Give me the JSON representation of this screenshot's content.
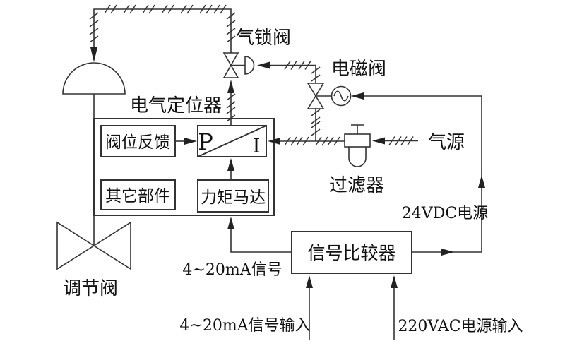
{
  "labels": {
    "air_lock_valve": "气锁阀",
    "solenoid_valve": "电磁阀",
    "positioner": "电气定位器",
    "valve_position_feedback": "阀位反馈",
    "pi_p": "P",
    "pi_i": "I",
    "other_parts": "其它部件",
    "torque_motor": "力矩马达",
    "filter": "过滤器",
    "air_source": "气源",
    "dc_power": "24VDC电源",
    "signal_comparator": "信号比较器",
    "signal_4_20ma": "4~20mA信号",
    "signal_input_4_20ma": "4~20mA信号输入",
    "ac_power_input": "220VAC电源输入",
    "control_valve": "调节阀"
  },
  "colors": {
    "line": "#333333",
    "text": "#111111",
    "background": "#ffffff"
  }
}
